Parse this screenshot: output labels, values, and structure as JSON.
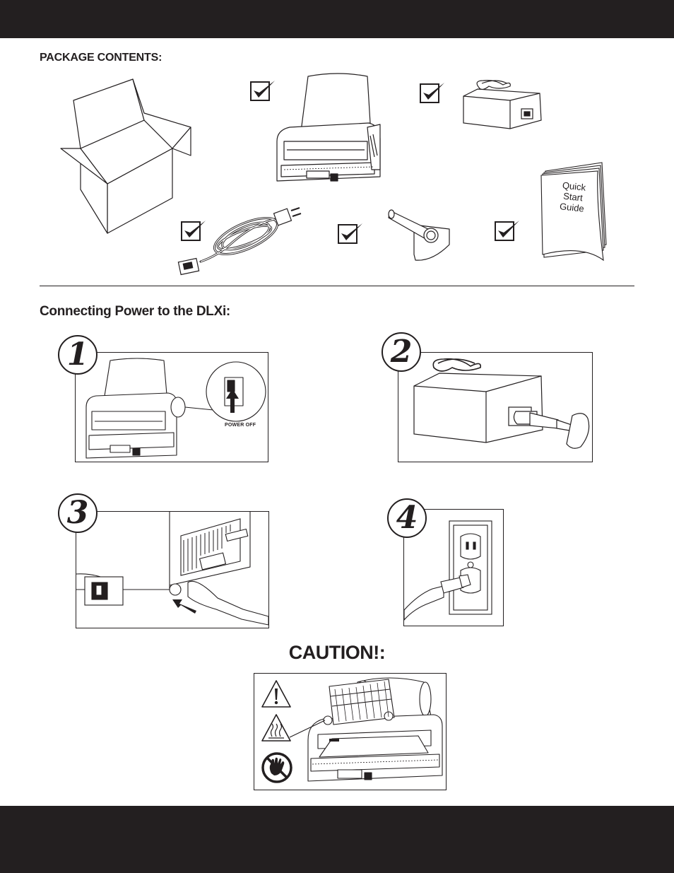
{
  "header": {
    "package_contents": "PACKAGE CONTENTS:"
  },
  "package_items": [
    {
      "icon": "shipping-box-icon",
      "checked": false
    },
    {
      "icon": "label-printer-icon",
      "checked": true
    },
    {
      "icon": "power-adapter-icon",
      "checked": true
    },
    {
      "icon": "power-cord-icon",
      "checked": true
    },
    {
      "icon": "spindle-icon",
      "checked": true
    },
    {
      "icon": "quick-start-guide-icon",
      "checked": true
    }
  ],
  "quick_start_guide": {
    "line1": "Quick",
    "line2": "Start",
    "line3": "Guide"
  },
  "power_section": {
    "title": "Connecting Power to the DLXi:",
    "steps": [
      {
        "number": "1",
        "label": "POWER OFF"
      },
      {
        "number": "2"
      },
      {
        "number": "3"
      },
      {
        "number": "4"
      }
    ]
  },
  "caution": {
    "title": "CAUTION!:",
    "icons": [
      "warning-exclamation-icon",
      "hot-surface-icon",
      "no-touch-hand-icon"
    ]
  }
}
